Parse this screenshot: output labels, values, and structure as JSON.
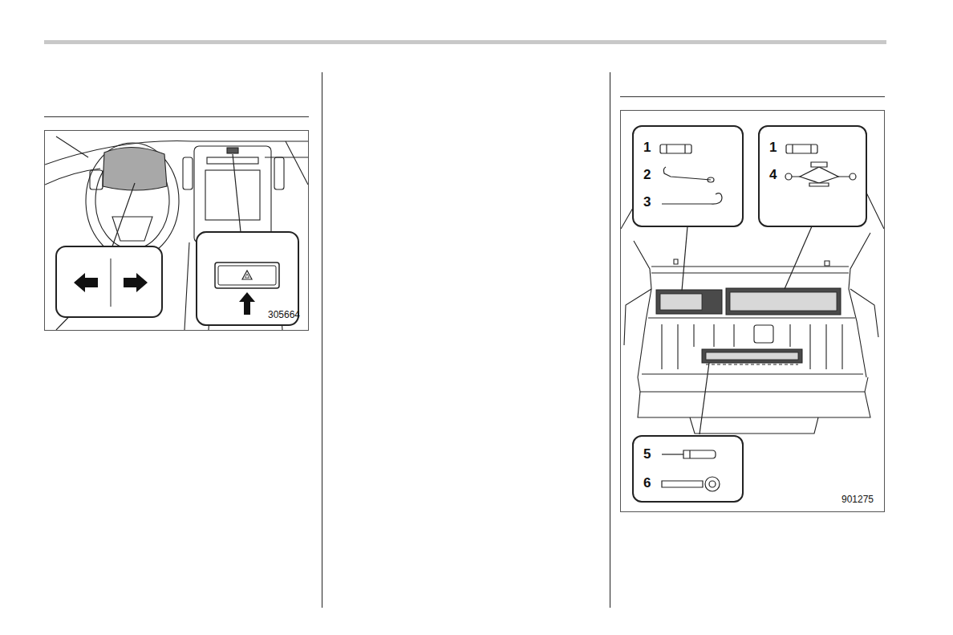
{
  "diagram": {
    "nodes": [
      {
        "text": [
          "305664"
        ]
      },
      {
        "text": [
          "901275"
        ]
      },
      {
        "text": [
          "1",
          "2",
          "3"
        ],
        "in": 1
      },
      {
        "text": [
          "1",
          "4"
        ],
        "in": 1
      },
      {
        "text": [
          "5",
          "6"
        ],
        "in": 1
      }
    ]
  }
}
